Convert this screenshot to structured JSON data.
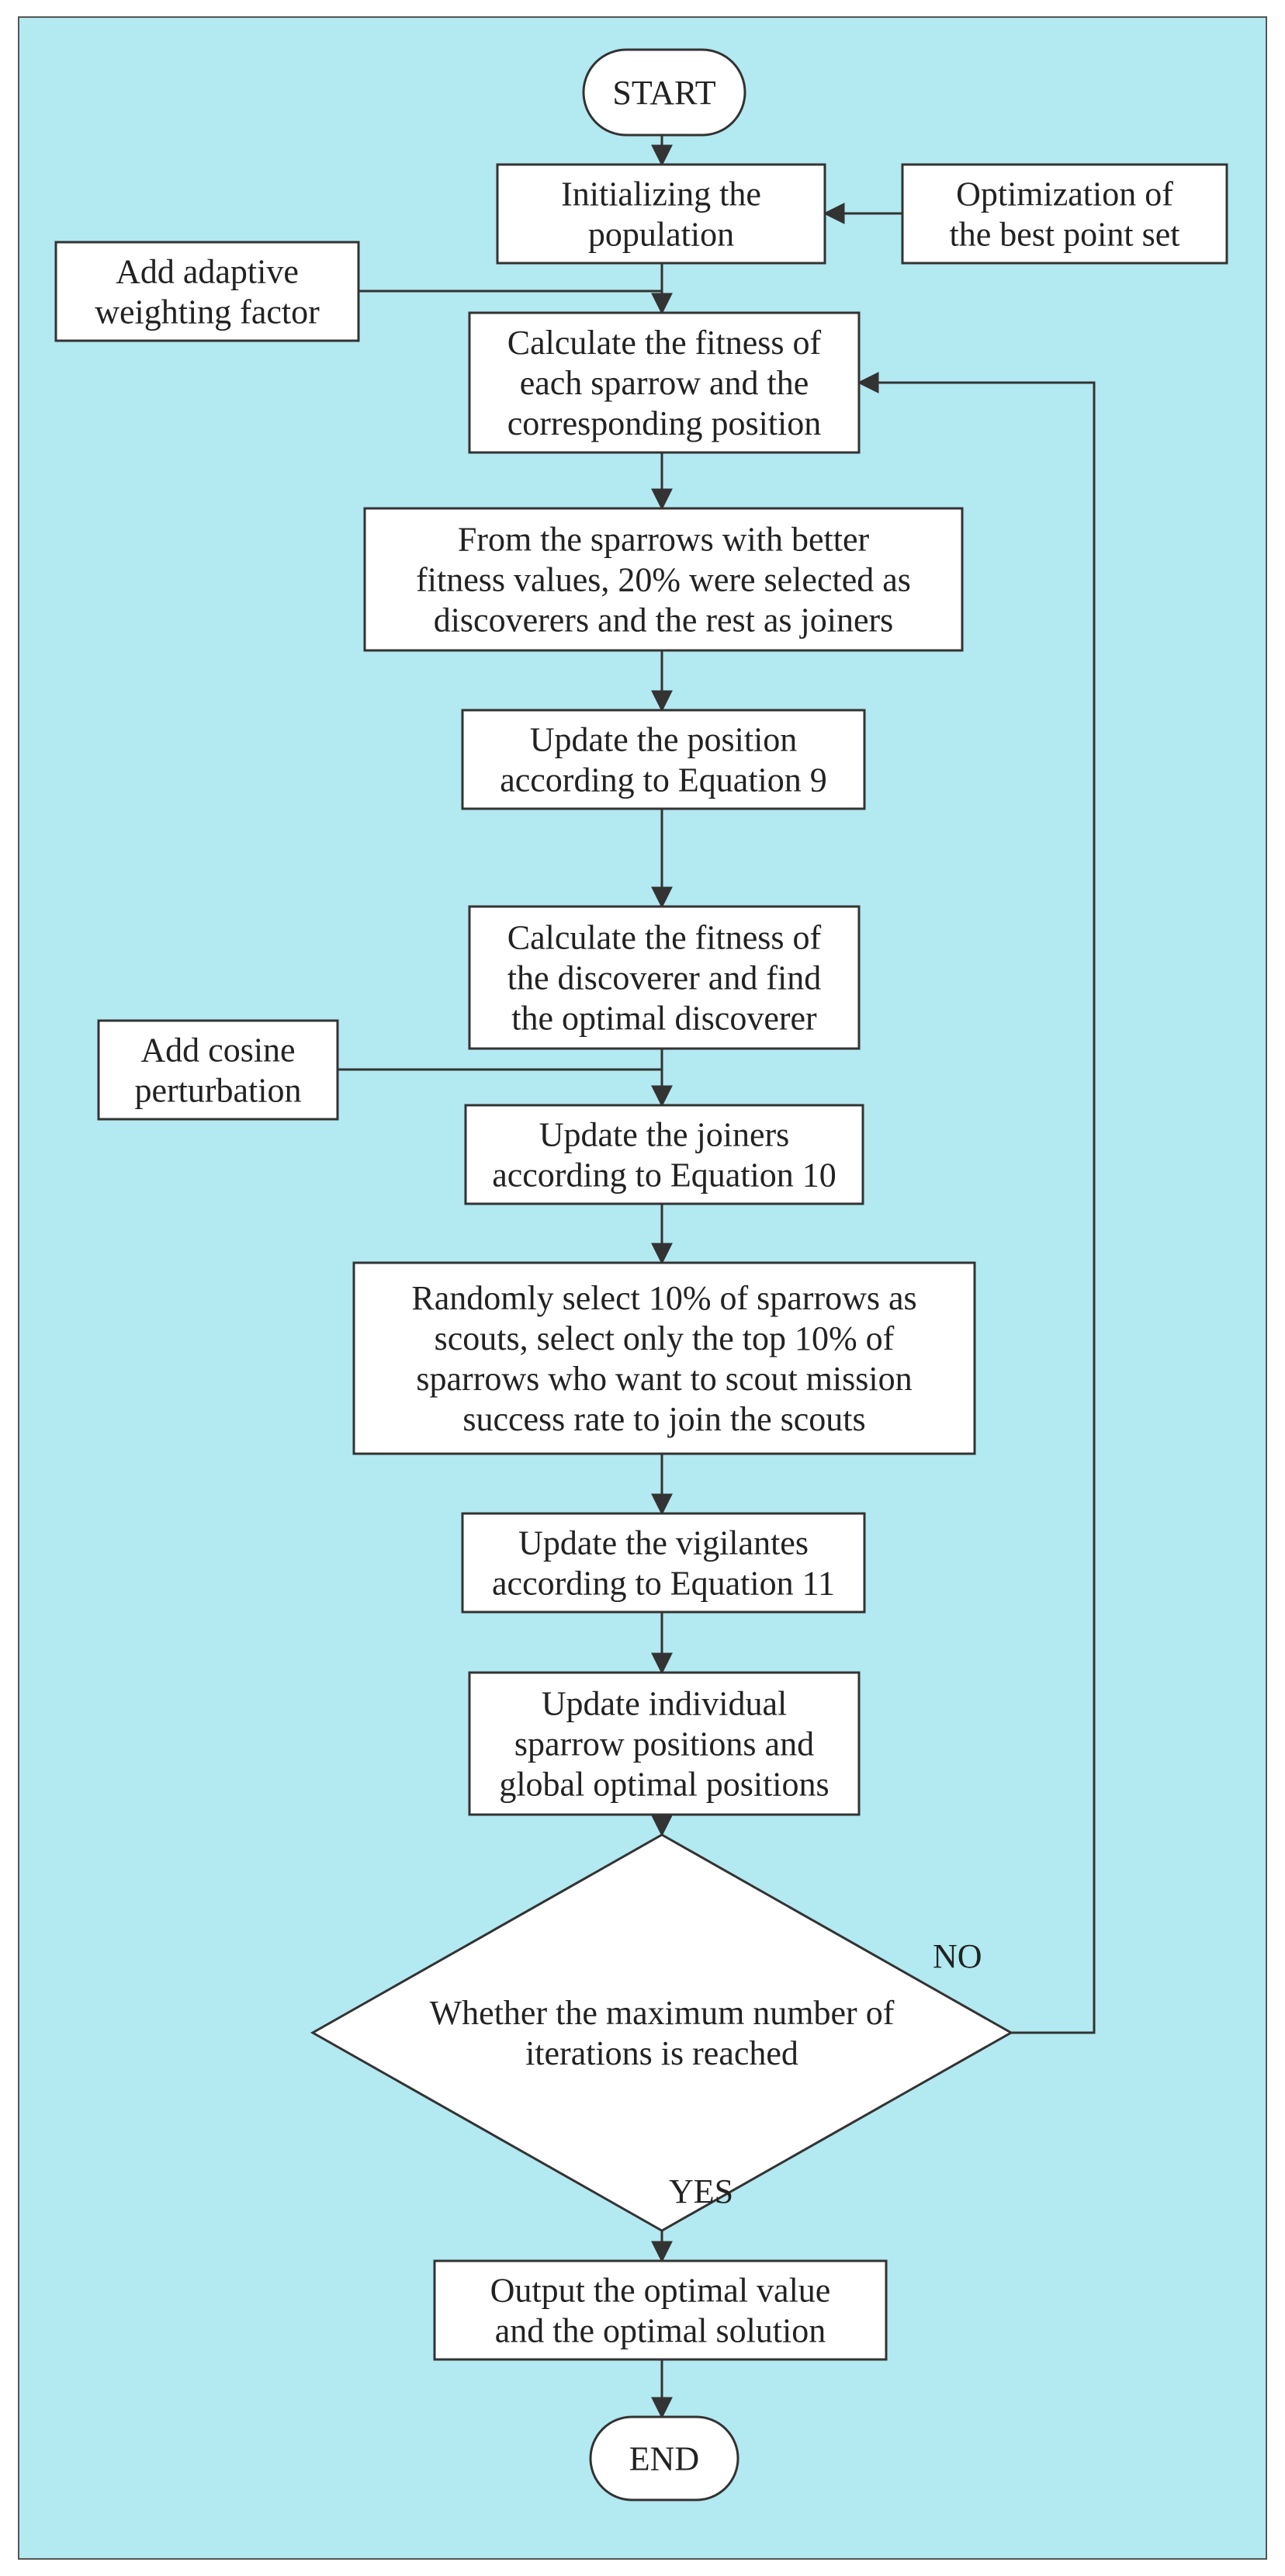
{
  "theme": {
    "background": "#b3e9f0",
    "border": "#555555",
    "node_fill": "#ffffff",
    "line": "#333333",
    "text": "#222222"
  },
  "nodes": {
    "start": {
      "lines": [
        "START"
      ]
    },
    "init": {
      "lines": [
        "Initializing the",
        "population"
      ]
    },
    "opt_best": {
      "lines": [
        "Optimization of",
        "the best point set"
      ]
    },
    "adaptive": {
      "lines": [
        "Add adaptive",
        "weighting factor"
      ]
    },
    "calc_fitness": {
      "lines": [
        "Calculate the fitness of",
        "each sparrow and the",
        "corresponding position"
      ]
    },
    "select": {
      "lines": [
        "From the sparrows with better",
        "fitness values, 20% were selected as",
        "discoverers and the rest as joiners"
      ]
    },
    "update_pos": {
      "lines": [
        "Update the position",
        "according to Equation 9"
      ]
    },
    "calc_disc": {
      "lines": [
        "Calculate the fitness of",
        "the discoverer and find",
        "the optimal discoverer"
      ]
    },
    "cosine": {
      "lines": [
        "Add cosine",
        "perturbation"
      ]
    },
    "update_joiners": {
      "lines": [
        "Update the joiners",
        "according to Equation 10"
      ]
    },
    "scouts": {
      "lines": [
        "Randomly select 10% of sparrows as",
        "scouts, select only the top 10% of",
        "sparrows who want to scout mission",
        "success rate to join the scouts"
      ]
    },
    "vigilantes": {
      "lines": [
        "Update the vigilantes",
        "according to Equation 11"
      ]
    },
    "update_ind": {
      "lines": [
        "Update individual",
        "sparrow positions and",
        "global optimal positions"
      ]
    },
    "decision": {
      "lines": [
        "Whether the maximum number of",
        "iterations is reached"
      ]
    },
    "output": {
      "lines": [
        "Output the optimal value",
        "and the optimal solution"
      ]
    },
    "end": {
      "lines": [
        "END"
      ]
    }
  },
  "edge_labels": {
    "no": "NO",
    "yes": "YES"
  }
}
